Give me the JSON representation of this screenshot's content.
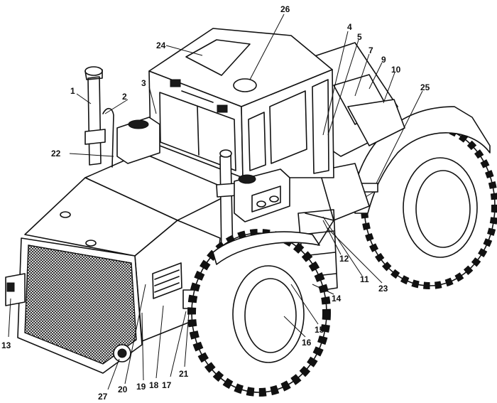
{
  "callouts": [
    {
      "id": "1",
      "text": "1"
    },
    {
      "id": "2",
      "text": "2"
    },
    {
      "id": "3",
      "text": "3"
    },
    {
      "id": "4",
      "text": "4"
    },
    {
      "id": "5",
      "text": "5"
    },
    {
      "id": "7",
      "text": "7"
    },
    {
      "id": "9",
      "text": "9"
    },
    {
      "id": "10",
      "text": "10"
    },
    {
      "id": "11",
      "text": "11"
    },
    {
      "id": "12",
      "text": "12"
    },
    {
      "id": "13",
      "text": "13"
    },
    {
      "id": "14",
      "text": "14"
    },
    {
      "id": "15",
      "text": "15"
    },
    {
      "id": "16",
      "text": "16"
    },
    {
      "id": "17",
      "text": "17"
    },
    {
      "id": "18",
      "text": "18"
    },
    {
      "id": "19",
      "text": "19"
    },
    {
      "id": "20",
      "text": "20"
    },
    {
      "id": "21",
      "text": "21"
    },
    {
      "id": "22",
      "text": "22"
    },
    {
      "id": "23",
      "text": "23"
    },
    {
      "id": "24",
      "text": "24"
    },
    {
      "id": "25",
      "text": "25"
    },
    {
      "id": "26",
      "text": "26"
    },
    {
      "id": "27",
      "text": "27"
    }
  ]
}
